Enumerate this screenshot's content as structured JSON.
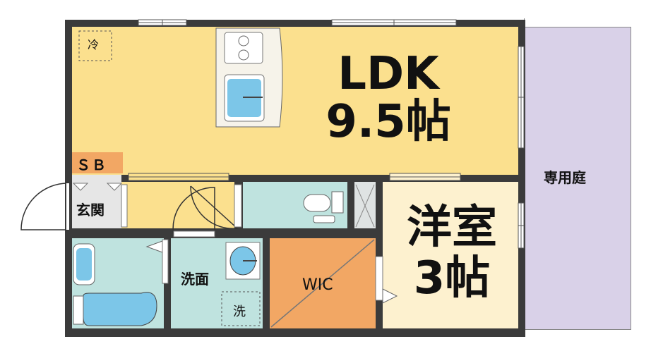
{
  "rooms": {
    "ldk": {
      "name": "LDK",
      "size": "9.5帖",
      "color": "#fbe08e"
    },
    "western": {
      "name": "洋室",
      "size": "3帖",
      "color": "#fdf1cf"
    },
    "wic": {
      "name": "WIC",
      "color": "#f2a764"
    },
    "washroom": {
      "name": "洗面",
      "color": "#bfe3df"
    },
    "entrance": {
      "name": "玄関"
    },
    "shoe_box": {
      "name": "ＳＢ",
      "color": "#f2a764"
    },
    "garden": {
      "name": "専用庭",
      "color": "#d9d1e8"
    },
    "bath": {
      "color": "#bfe3df"
    },
    "toilet": {
      "color": "#bfe3df"
    }
  },
  "fixtures": {
    "fridge": "冷",
    "washer": "洗"
  },
  "colors": {
    "wall": "#3b3b3b",
    "fixture_blue": "#7cc6e8"
  }
}
